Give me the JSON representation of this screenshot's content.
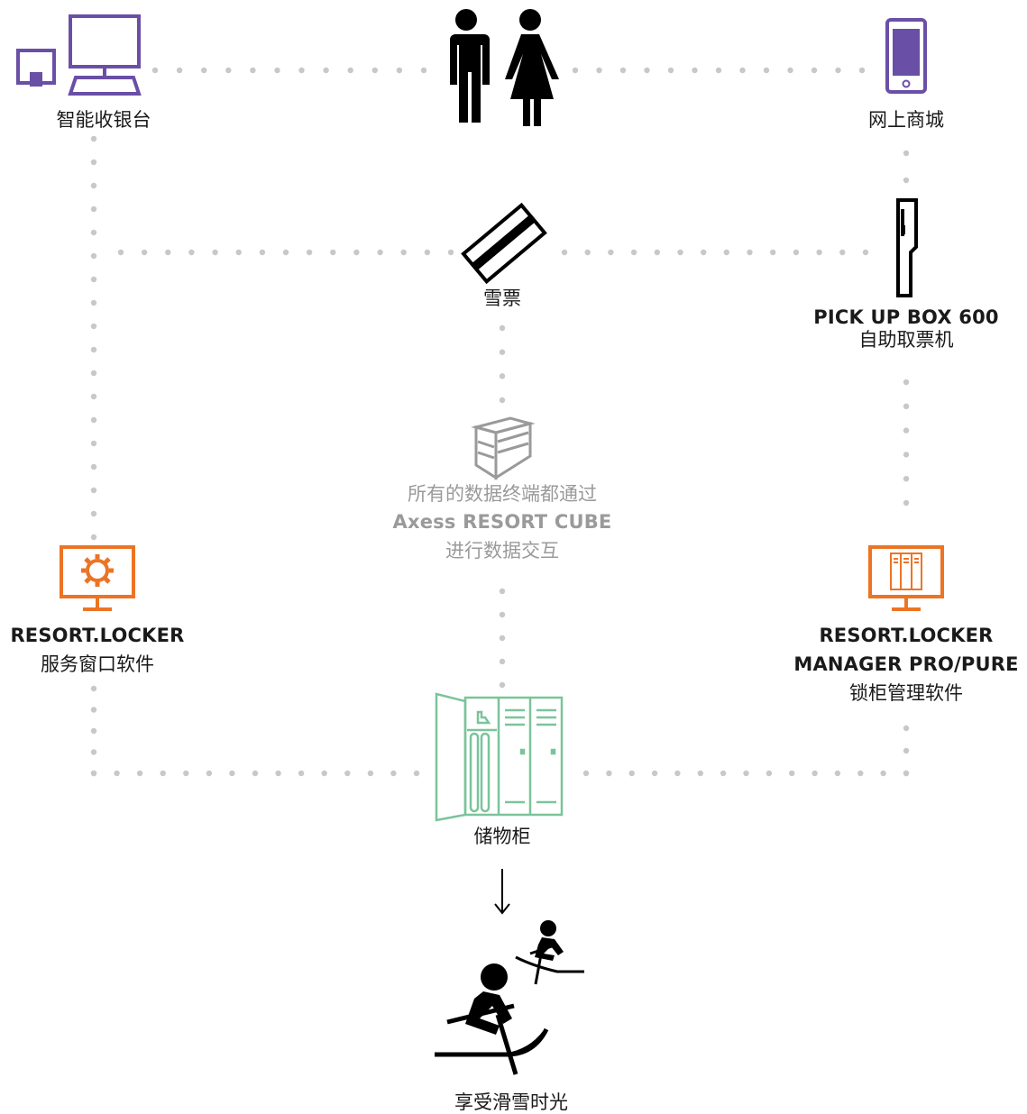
{
  "colors": {
    "dots": "#c8c8c8",
    "purple": "#6a4fa6",
    "orange": "#ec7424",
    "green": "#7ac49a",
    "black": "#000000",
    "cube_gray": "#9a9a9a"
  },
  "nodes": {
    "pos": {
      "label": "智能收银台",
      "icon": "computer-pos-icon"
    },
    "people": {
      "icon": "man-woman-icon"
    },
    "webshop": {
      "label": "网上商城",
      "icon": "smartphone-icon"
    },
    "ticket": {
      "label": "雪票",
      "icon": "ski-ticket-card-icon"
    },
    "pickup": {
      "title": "PICK UP BOX 600",
      "label": "自助取票机",
      "icon": "kiosk-icon"
    },
    "cube": {
      "line1": "所有的数据终端都通过",
      "line2": "Axess RESORT CUBE",
      "line3": "进行数据交互",
      "icon": "server-cube-icon"
    },
    "locker_service": {
      "title": "RESORT.LOCKER",
      "label": "服务窗口软件",
      "icon": "monitor-gear-icon"
    },
    "locker_manager": {
      "title1": "RESORT.LOCKER",
      "title2": "MANAGER PRO/PURE",
      "label": "锁柜管理软件",
      "icon": "monitor-locker-icon"
    },
    "lockers": {
      "label": "储物柜",
      "icon": "locker-cabinet-icon"
    },
    "enjoy": {
      "label": "享受滑雪时光",
      "icon": "sledding-people-icon"
    }
  }
}
